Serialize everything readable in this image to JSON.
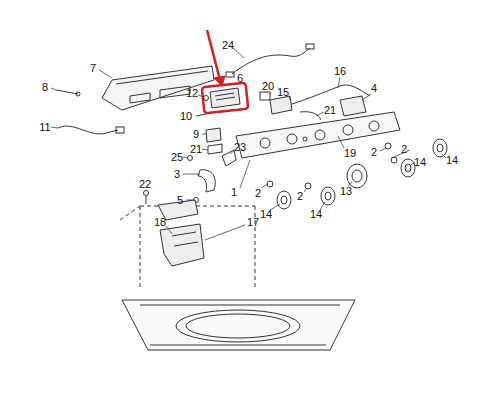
{
  "diagram": {
    "labels": [
      "24",
      "7",
      "16",
      "6",
      "20",
      "8",
      "4",
      "12",
      "15",
      "21",
      "10",
      "11",
      "9",
      "21",
      "23",
      "19",
      "2",
      "2",
      "25",
      "14",
      "14",
      "3",
      "22",
      "13",
      "1",
      "2",
      "2",
      "5",
      "14",
      "14",
      "17",
      "18"
    ]
  }
}
